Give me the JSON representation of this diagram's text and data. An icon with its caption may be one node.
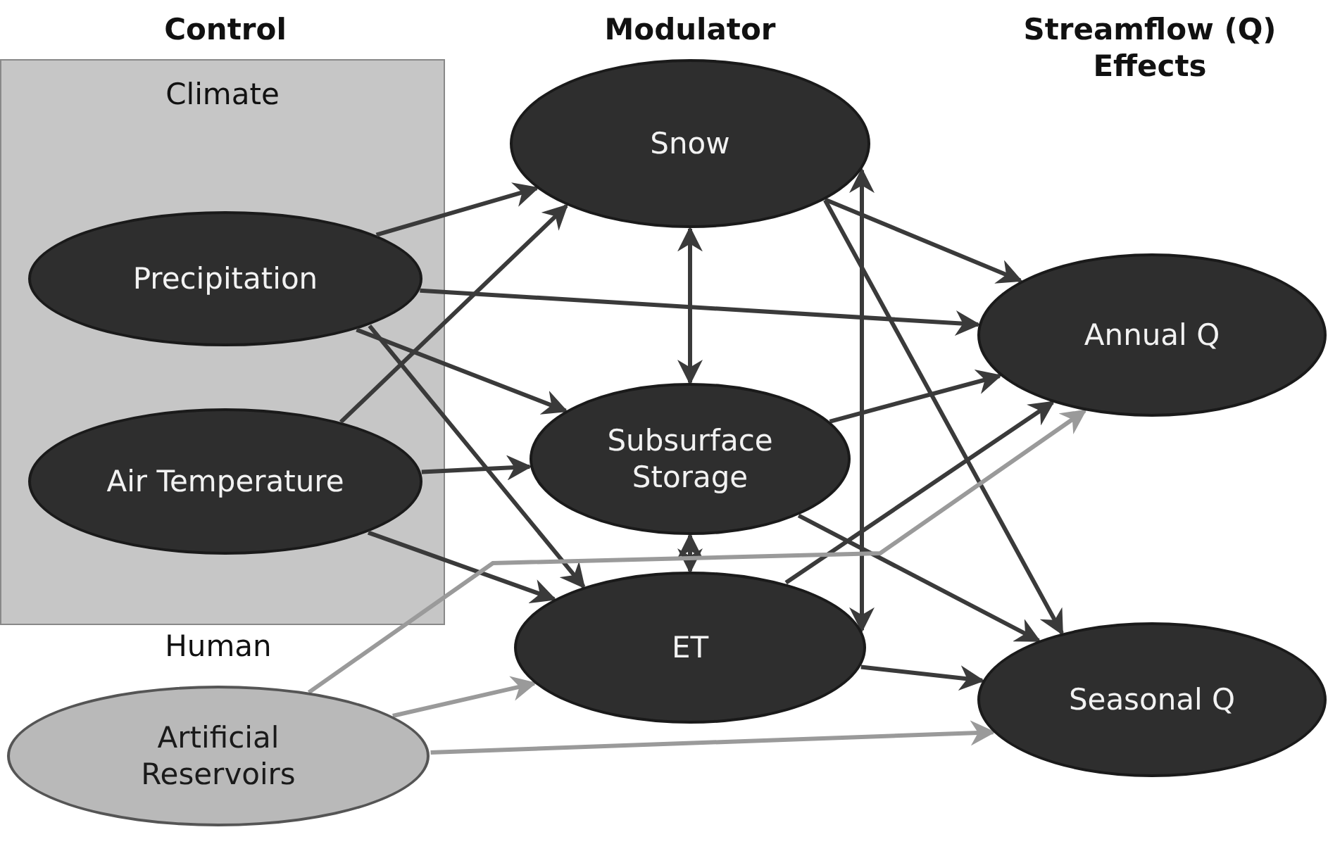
{
  "diagram": {
    "nodes": [
      {
        "text": [
          "Climate"
        ]
      },
      {
        "text": [
          "Precipitation"
        ],
        "in": 0
      },
      {
        "text": [
          "Air Temperature"
        ],
        "in": 0
      },
      {
        "text": [
          "Artificial Reservoirs"
        ]
      },
      {
        "text": [
          "Snow"
        ]
      },
      {
        "text": [
          "Subsurface Storage"
        ]
      },
      {
        "text": [
          "ET"
        ]
      },
      {
        "text": [
          "Annual Q"
        ]
      },
      {
        "text": [
          "Seasonal Q"
        ]
      }
    ],
    "edges": [
      {
        "from": 1,
        "to": 4,
        "arrow": "to"
      },
      {
        "from": 1,
        "to": 7,
        "arrow": "to"
      },
      {
        "from": 1,
        "to": 5,
        "arrow": "to"
      },
      {
        "from": 1,
        "to": 6,
        "arrow": "to"
      },
      {
        "from": 2,
        "to": 4,
        "arrow": "to"
      },
      {
        "from": 2,
        "to": 5,
        "arrow": "to"
      },
      {
        "from": 2,
        "to": 6,
        "arrow": "to"
      },
      {
        "from": 4,
        "to": 5,
        "arrow": "both"
      },
      {
        "from": 5,
        "to": 6,
        "arrow": "both"
      },
      {
        "from": 4,
        "to": 6,
        "arrow": "both"
      },
      {
        "from": 4,
        "to": 7,
        "arrow": "to"
      },
      {
        "from": 4,
        "to": 8,
        "arrow": "to"
      },
      {
        "from": 5,
        "to": 7,
        "arrow": "to"
      },
      {
        "from": 5,
        "to": 8,
        "arrow": "to"
      },
      {
        "from": 6,
        "to": 7,
        "arrow": "to"
      },
      {
        "from": 6,
        "to": 8,
        "arrow": "to"
      },
      {
        "from": 3,
        "to": 7,
        "arrow": "to",
        "color": "#9a9a9a"
      },
      {
        "from": 3,
        "to": 6,
        "arrow": "to",
        "color": "#9a9a9a"
      },
      {
        "from": 3,
        "to": 8,
        "arrow": "to",
        "color": "#9a9a9a"
      }
    ],
    "labels": [
      "Control",
      "Modulator",
      "Streamflow (Q) Effects",
      "Human"
    ]
  }
}
